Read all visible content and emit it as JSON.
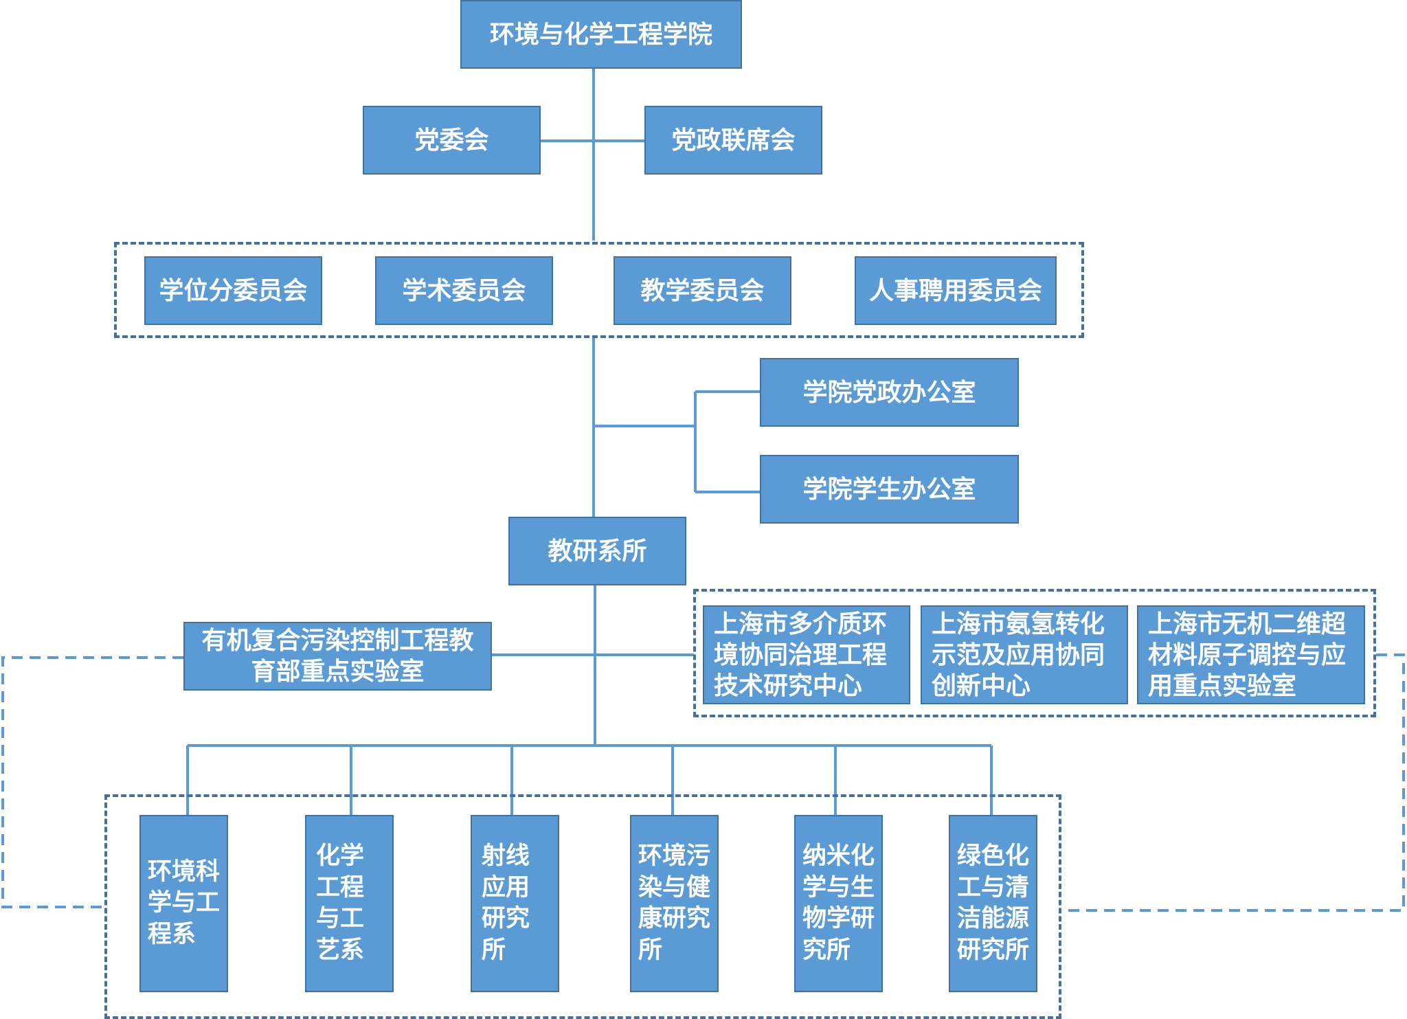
{
  "school": "环境与化学工程学院",
  "party_committee": "党委会",
  "joint_meeting": "党政联席会",
  "committees": [
    "学位分委员会",
    "学术委员会",
    "教学委员会",
    "人事聘用委员会"
  ],
  "offices": [
    "学院党政办公室",
    "学院学生办公室"
  ],
  "teaching_units": "教研系所",
  "key_lab": "有机复合污染控制工程教育部重点实验室",
  "centers": [
    "上海市多介质环境协同治理工程技术研究中心",
    "上海市氨氢转化示范及应用协同创新中心",
    "上海市无机二维超材料原子调控与应用重点实验室"
  ],
  "departments": [
    "环境科学与工程系",
    "化学工程与工艺系",
    "射线应用研究所",
    "环境污染与健康研究所",
    "纳米化学与生物学研究所",
    "绿色化工与清洁能源研究所"
  ]
}
